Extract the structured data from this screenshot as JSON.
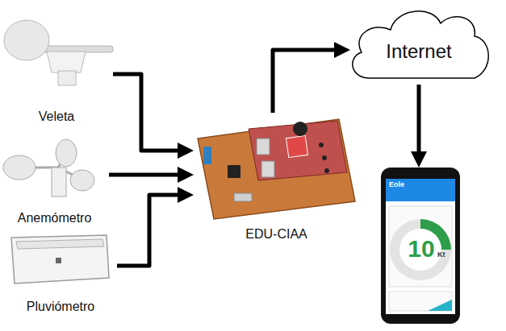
{
  "diagram": {
    "nodes": [
      {
        "text": [
          "Veleta"
        ]
      },
      {
        "text": [
          "Anemómetro"
        ]
      },
      {
        "text": [
          "Pluviómetro"
        ]
      },
      {
        "text": [
          "EDU-CIAA"
        ]
      },
      {
        "text": [
          "Internet"
        ]
      },
      {
        "text": [
          "Eole",
          "10",
          "Kt"
        ]
      }
    ],
    "edges": [
      {
        "from": 0,
        "to": 3,
        "arrow": "to"
      },
      {
        "from": 1,
        "to": 3,
        "arrow": "to"
      },
      {
        "from": 2,
        "to": 3,
        "arrow": "to"
      },
      {
        "from": 3,
        "to": 4,
        "arrow": "to"
      },
      {
        "from": 4,
        "to": 5,
        "arrow": "to"
      }
    ]
  }
}
